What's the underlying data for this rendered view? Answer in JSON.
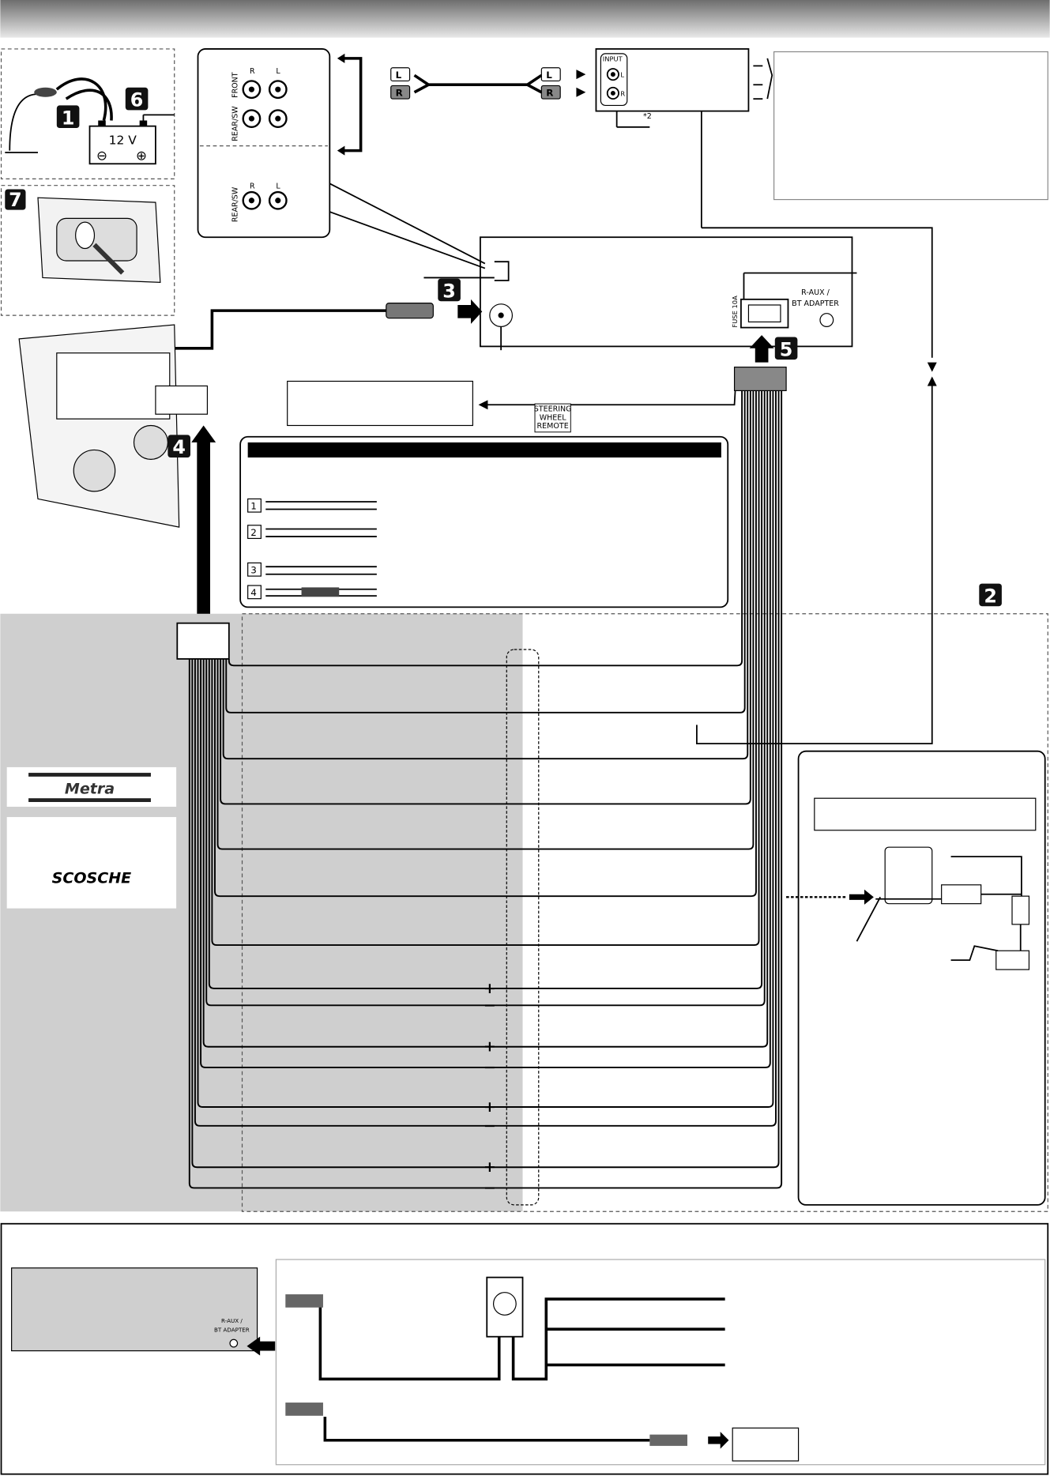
{
  "steps": {
    "s1": "1",
    "s2": "2",
    "s3": "3",
    "s4": "4",
    "s5": "5",
    "s6": "6",
    "s7": "7"
  },
  "battery": {
    "voltage": "12 V",
    "minus": "⊖",
    "plus": "⊕"
  },
  "rca_panel": {
    "r": "R",
    "l": "L",
    "front": "FRONT",
    "rear_sw": "REAR/SW",
    "r2": "R",
    "l2": "L",
    "rear_sw2": "REAR/SW"
  },
  "cable": {
    "plug_l": "L",
    "plug_r": "R"
  },
  "amplifier": {
    "input": "INPUT",
    "l": "L",
    "r": "R",
    "note": "*2"
  },
  "head_unit": {
    "fuse": "FUSE 10A",
    "aux_line1": "R-AUX /",
    "aux_line2": "BT ADAPTER"
  },
  "steering": {
    "line1": "STEERING",
    "line2": "WHEEL",
    "line3": "REMOTE"
  },
  "splice_steps": [
    "1",
    "2",
    "3",
    "4"
  ],
  "speaker_polarity": {
    "plus": "+",
    "minus": "−"
  },
  "brands": {
    "metra": "Metra",
    "scosche": "SCOSCHE"
  },
  "bottom_unit": {
    "aux_line1": "R-AUX /",
    "aux_line2": "BT ADAPTER"
  },
  "colors": {
    "header_dark": "#6e6e6e",
    "panel_gray": "#cfcfcf",
    "black": "#000000"
  }
}
